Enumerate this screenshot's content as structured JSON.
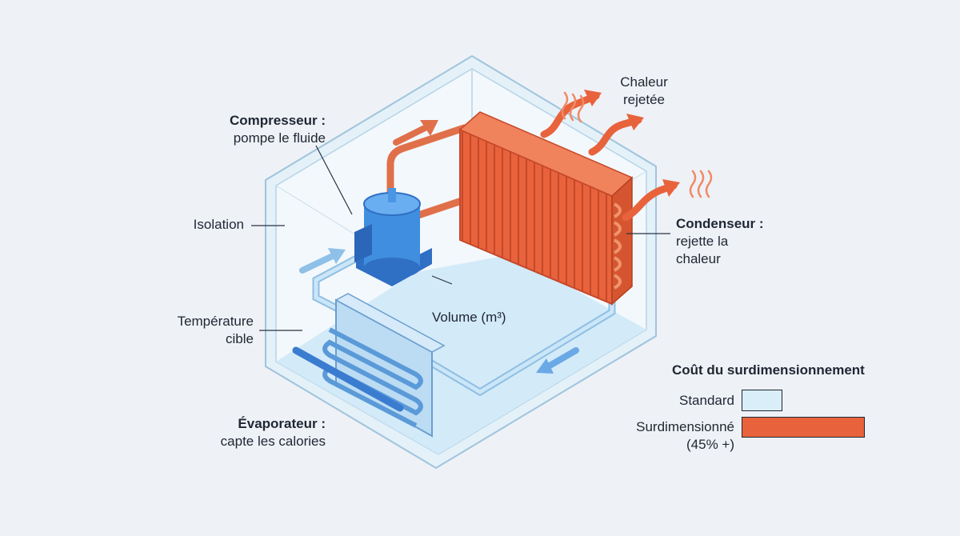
{
  "labels": {
    "compressor_title": "Compresseur :",
    "compressor_desc": "pompe le fluide",
    "insulation": "Isolation",
    "target_temp_line1": "Température",
    "target_temp_line2": "cible",
    "evaporator_title": "Évaporateur :",
    "evaporator_desc": "capte les calories",
    "volume": "Volume (m³)",
    "heat_line1": "Chaleur",
    "heat_line2": "rejetée",
    "condenser_title": "Condenseur :",
    "condenser_desc_line1": "rejette la",
    "condenser_desc_line2": "chaleur"
  },
  "legend": {
    "title": "Coût du surdimensionnement",
    "standard_label": "Standard",
    "oversized_label_line1": "Surdimensionné",
    "oversized_label_line2": "(45% +)",
    "standard_color": "#d9eef8",
    "oversized_color": "#e8633c"
  },
  "chart_data": {
    "type": "bar",
    "title": "Coût du surdimensionnement",
    "categories": [
      "Standard",
      "Surdimensionné (45% +)"
    ],
    "values": [
      1,
      3
    ]
  },
  "colors": {
    "insulation_box": "#cfe8f5",
    "compressor": "#3f8ee0",
    "condenser": "#e8633c",
    "evaporator": "#6aa9e6",
    "hot_pipe": "#e0704a",
    "cold_pipe": "#a9d3f0"
  }
}
